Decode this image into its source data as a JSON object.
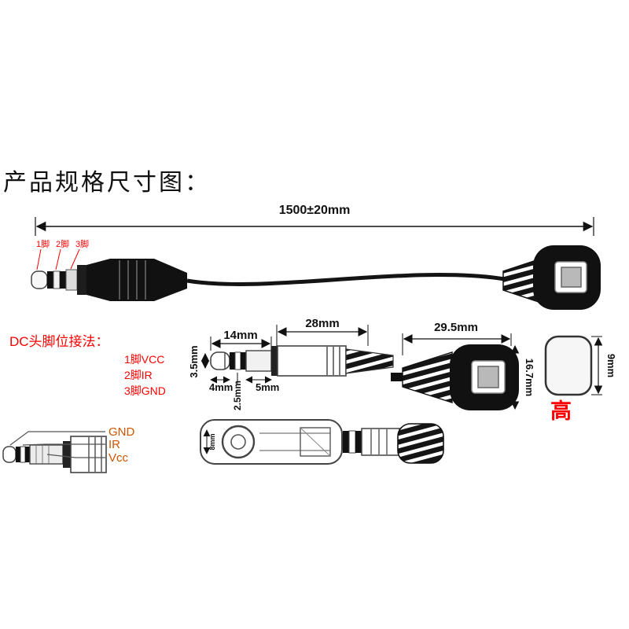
{
  "title": "产品规格尺寸图：",
  "colors": {
    "red": "#fe0000",
    "orange": "#cc5500",
    "black": "#111111"
  },
  "top": {
    "overall_dim": "1500±20mm",
    "pin_marks": [
      "1脚",
      "2脚",
      "3脚"
    ]
  },
  "pinout": {
    "heading": "DC头脚位接法：",
    "pins": [
      "1脚VCC",
      "2脚IR",
      "3脚GND"
    ]
  },
  "jack_dims": {
    "tip_len": "14mm",
    "body_len": "28mm",
    "tip_dia": "3.5mm",
    "tip_seg": "4mm",
    "neck_dia": "2.5mm",
    "ring_seg": "5mm"
  },
  "dc_dims": {
    "length": "29.5mm",
    "height": "16.7mm",
    "thickness": "9mm",
    "height_label": "高"
  },
  "plug_labels": [
    "GND",
    "IR",
    "Vcc"
  ],
  "section_dim": "8mm"
}
